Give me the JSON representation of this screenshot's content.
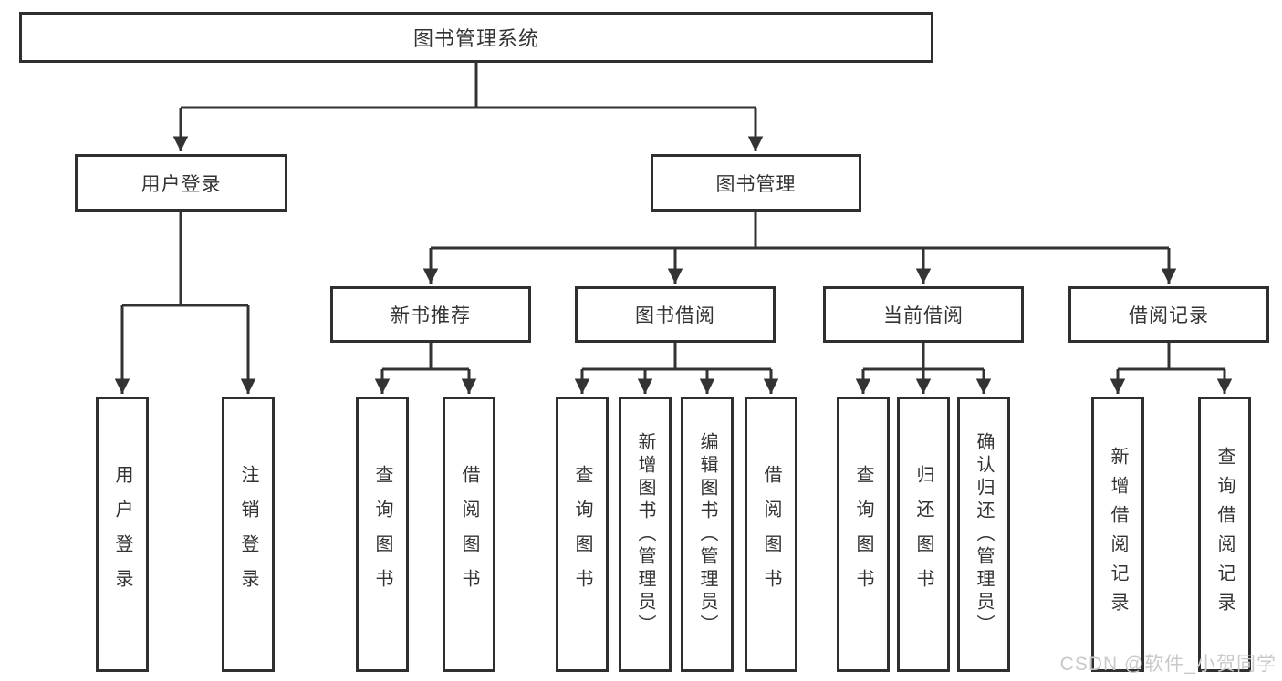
{
  "diagram": {
    "root": "图书管理系统",
    "user": {
      "label": "用户登录",
      "children": [
        "用户登录",
        "注销登录"
      ]
    },
    "book": {
      "label": "图书管理",
      "groups": [
        {
          "label": "新书推荐",
          "children": [
            "查询图书",
            "借阅图书"
          ]
        },
        {
          "label": "图书借阅",
          "children": [
            "查询图书",
            "新增图书（管理员）",
            "编辑图书（管理员）",
            "借阅图书"
          ]
        },
        {
          "label": "当前借阅",
          "children": [
            "查询图书",
            "归还图书",
            "确认归还（管理员）"
          ]
        },
        {
          "label": "借阅记录",
          "children": [
            "新增借阅记录",
            "查询借阅记录"
          ]
        }
      ]
    }
  },
  "watermark": {
    "text": "CSDN @软件_小贺同学"
  },
  "colors": {
    "line": "#333333",
    "border": "#2f2f2f",
    "text": "#333333",
    "watermark": "#c9c9c9",
    "background": "#ffffff"
  }
}
